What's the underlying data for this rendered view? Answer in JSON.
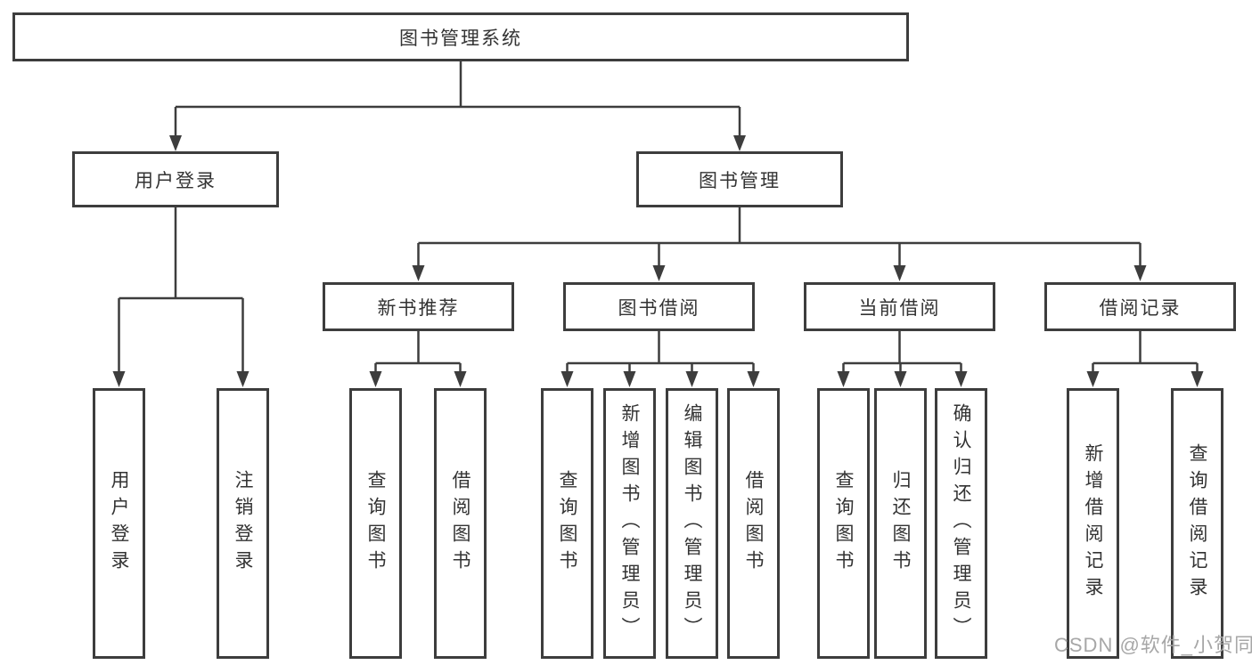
{
  "diagram": {
    "type": "tree",
    "title": {
      "label": "图书管理系统"
    },
    "level2": {
      "user_login": {
        "label": "用户登录"
      },
      "book_mgmt": {
        "label": "图书管理"
      }
    },
    "level3": {
      "new_book_rec": {
        "label": "新书推荐"
      },
      "book_borrow": {
        "label": "图书借阅"
      },
      "current_borrow": {
        "label": "当前借阅"
      },
      "borrow_record": {
        "label": "借阅记录"
      }
    },
    "leaves": {
      "user_login": {
        "label": "用户登录"
      },
      "logout": {
        "label": "注销登录"
      },
      "rec_query_book": {
        "label": "查询图书"
      },
      "rec_borrow_book": {
        "label": "借阅图书"
      },
      "bor_query_book": {
        "label": "查询图书"
      },
      "bor_add_book": {
        "label": "新增图书（管理员）"
      },
      "bor_edit_book": {
        "label": "编辑图书（管理员）"
      },
      "bor_borrow_book": {
        "label": "借阅图书"
      },
      "cur_query_book": {
        "label": "查询图书"
      },
      "cur_return_book": {
        "label": "归还图书"
      },
      "cur_confirm_return": {
        "label": "确认归还（管理员）"
      },
      "log_add_record": {
        "label": "新增借阅记录"
      },
      "log_query_record": {
        "label": "查询借阅记录"
      }
    }
  },
  "watermark": {
    "text": "CSDN @软件_小贺同学"
  },
  "colors": {
    "line": "#3d3d3d",
    "text": "#333333",
    "watermark": "#a2a2a2",
    "background": "#ffffff"
  }
}
